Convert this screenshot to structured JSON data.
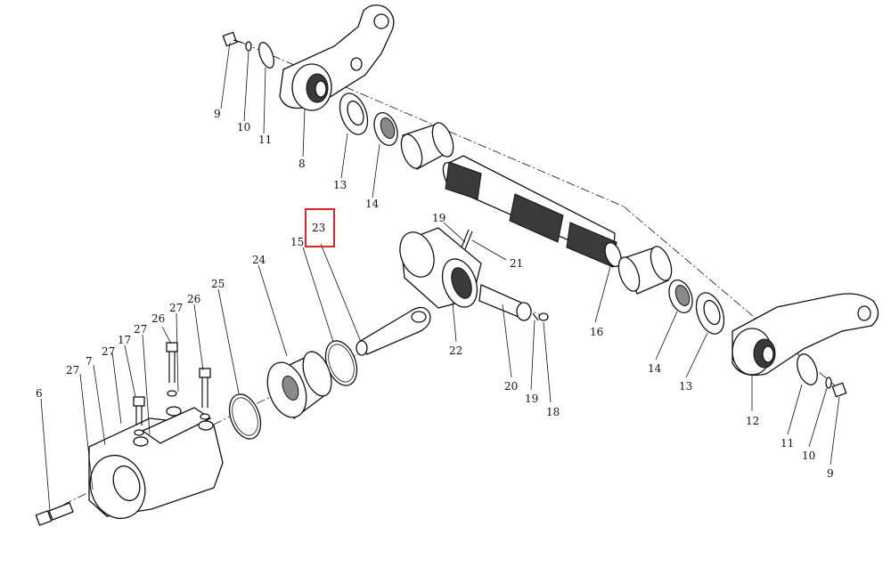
{
  "diagram": {
    "highlight_color": "#d9262b",
    "highlighted_callout": "23",
    "callouts": {
      "c9a": "9",
      "c10a": "10",
      "c11a": "11",
      "c8": "8",
      "c13a": "13",
      "c14a": "14",
      "c19a": "19",
      "c23": "23",
      "c15": "15",
      "c21": "21",
      "c24": "24",
      "c25": "25",
      "c26a": "26",
      "c27a": "27",
      "c26b": "26",
      "c27b": "27",
      "c17": "17",
      "c27c": "27",
      "c7": "7",
      "c27d": "27",
      "c6": "6",
      "c22": "22",
      "c16": "16",
      "c20": "20",
      "c19b": "19",
      "c18": "18",
      "c14b": "14",
      "c13b": "13",
      "c12": "12",
      "c11b": "11",
      "c10b": "10",
      "c9b": "9"
    }
  }
}
